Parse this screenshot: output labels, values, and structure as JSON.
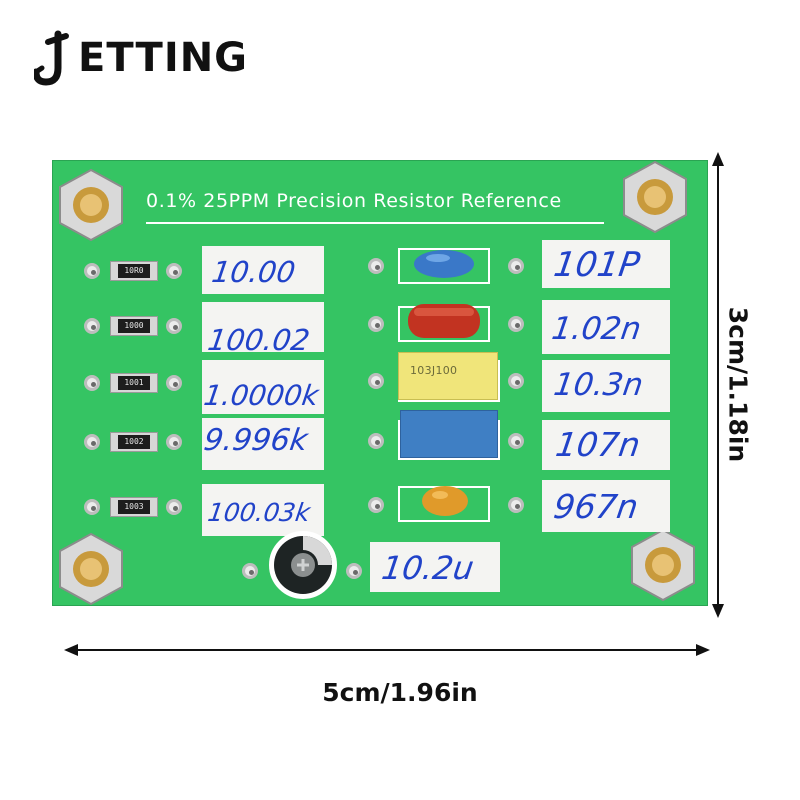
{
  "brand": {
    "name": "ETTING"
  },
  "board": {
    "title": "0.1% 25PPM Precision Resistor Reference"
  },
  "resistors": [
    {
      "code": "10R0",
      "value": "10.00"
    },
    {
      "code": "1000",
      "value": "100.02"
    },
    {
      "code": "1001",
      "value": "1.0000k"
    },
    {
      "code": "1002",
      "value": "9.996k"
    },
    {
      "code": "1003",
      "value": "100.03k"
    }
  ],
  "capacitors": [
    {
      "value": "101P",
      "color": "#3a78c8",
      "marking": ""
    },
    {
      "value": "1.02n",
      "color": "#c23321",
      "marking": ""
    },
    {
      "value": "10.3n",
      "color": "#f0e57a",
      "marking": "103J100"
    },
    {
      "value": "107n",
      "color": "#3f7fc4",
      "marking": ""
    },
    {
      "value": "967n",
      "color": "#e09a2a",
      "marking": ""
    }
  ],
  "electrolytic": {
    "value": "10.2u"
  },
  "dimensions": {
    "height": "3cm/1.18in",
    "width": "5cm/1.96in"
  },
  "colors": {
    "pcb": "#35c463",
    "ink": "#2143c9"
  }
}
